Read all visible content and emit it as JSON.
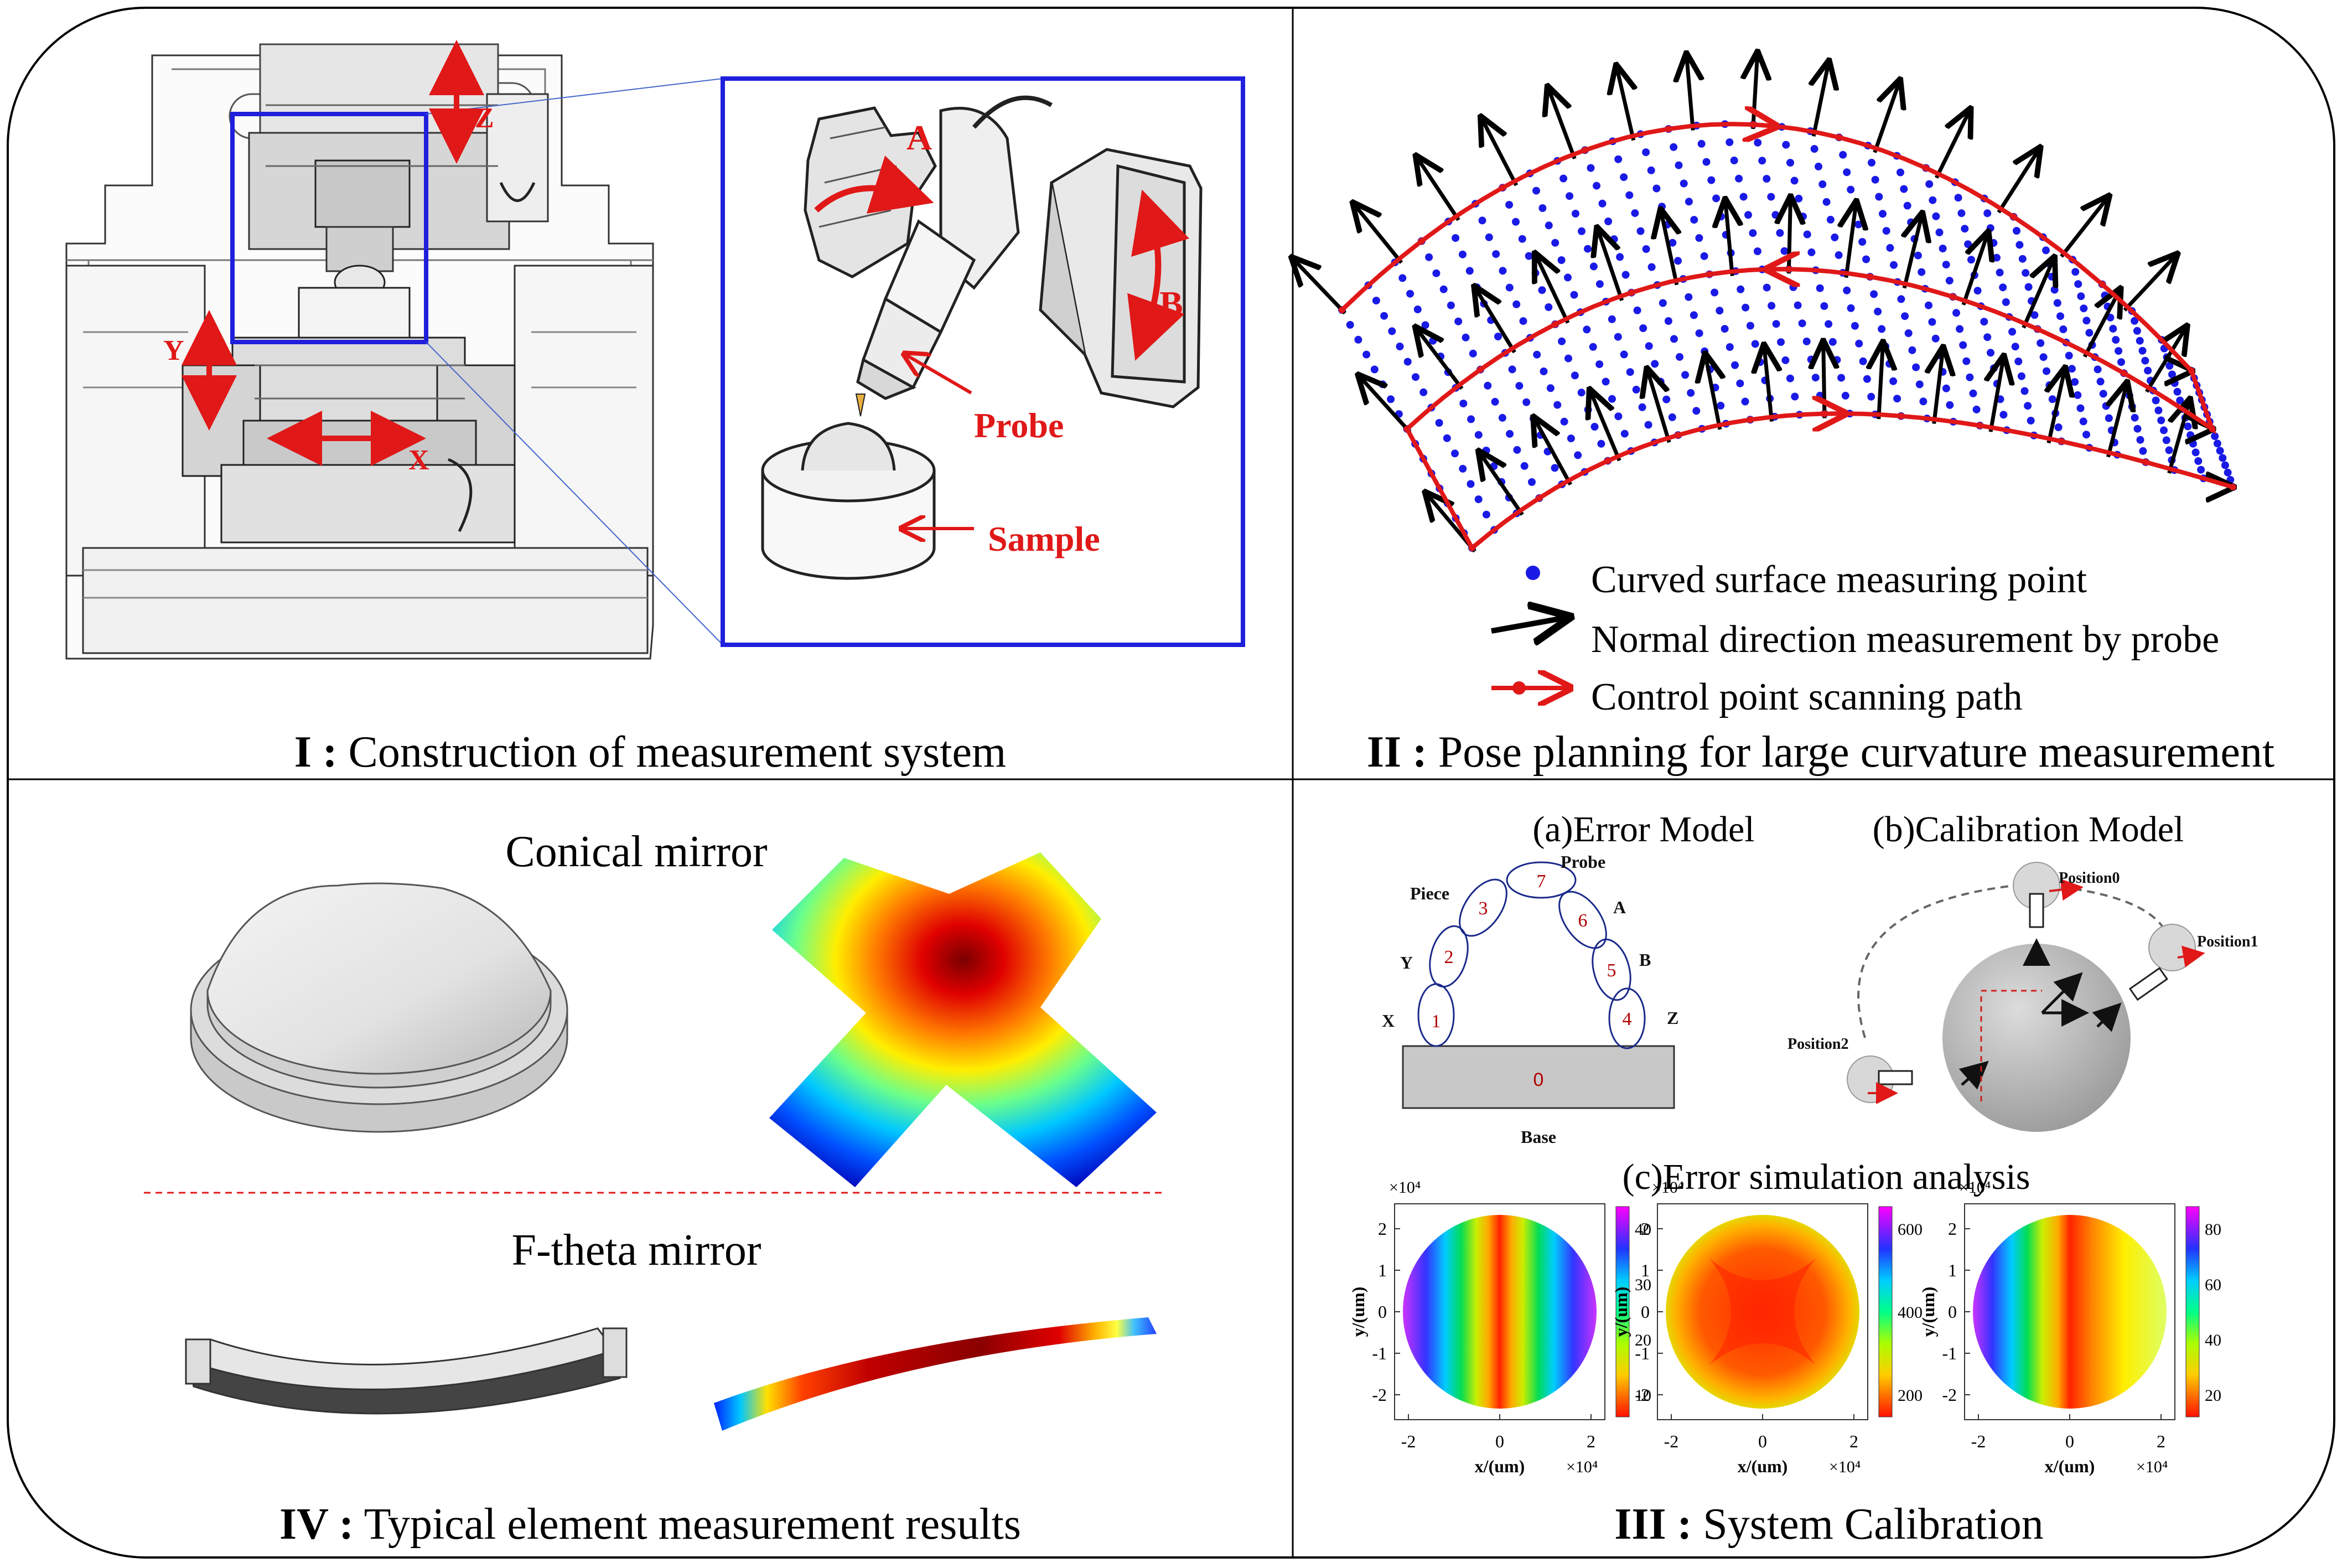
{
  "panels": {
    "p1": {
      "numeral": "I :",
      "caption": "Construction of measurement system"
    },
    "p2": {
      "numeral": "II :",
      "caption": "Pose planning for large curvature measurement"
    },
    "p3": {
      "numeral": "III :",
      "caption": "System Calibration"
    },
    "p4": {
      "numeral": "IV :",
      "caption": "Typical element measurement results"
    }
  },
  "machine": {
    "axes": {
      "z": "Z",
      "y": "Y",
      "x": "X"
    },
    "inset": {
      "a": "A",
      "b": "B",
      "probe": "Probe",
      "sample": "Sample"
    },
    "colors": {
      "highlight": "#1f1fdc",
      "arrow": "#e01818"
    }
  },
  "pose": {
    "legend": [
      {
        "icon": "blue-dot-icon",
        "text": "Curved surface measuring point"
      },
      {
        "icon": "black-arrow-icon",
        "text": "Normal direction measurement by probe"
      },
      {
        "icon": "red-arrow-icon",
        "text": "Control point scanning path"
      }
    ],
    "colors": {
      "points": "#1a1ae6",
      "normals": "#000000",
      "path": "#e01818"
    }
  },
  "calibration": {
    "error_model": {
      "title": "(a)Error Model",
      "labels": {
        "probe": "Probe",
        "piece": "Piece",
        "y": "Y",
        "x": "X",
        "a": "A",
        "b": "B",
        "z": "Z",
        "base": "Base"
      },
      "nodes": [
        "0",
        "1",
        "2",
        "3",
        "7",
        "6",
        "5",
        "4"
      ]
    },
    "calibration_model": {
      "title": "(b)Calibration Model",
      "positions": [
        "Position0",
        "Position1",
        "Position2"
      ]
    },
    "simulation": {
      "title": "(c)Error simulation analysis"
    },
    "plots": [
      {
        "ylabel": "y/(um)",
        "xlabel": "x/(um)",
        "exp_y": "×10⁴",
        "exp_x": "×10⁴",
        "yticks": [
          "2",
          "1",
          "0",
          "-1",
          "-2"
        ],
        "xticks": [
          "-2",
          "0",
          "2"
        ],
        "cbar_ticks": [
          "40",
          "30",
          "20",
          "10"
        ]
      },
      {
        "ylabel": "y/(um)",
        "xlabel": "x/(um)",
        "exp_y": "×10⁴",
        "exp_x": "×10⁴",
        "yticks": [
          "2",
          "1",
          "0",
          "-1",
          "-2"
        ],
        "xticks": [
          "-2",
          "0",
          "2"
        ],
        "cbar_ticks": [
          "600",
          "400",
          "200"
        ]
      },
      {
        "ylabel": "y/(um)",
        "xlabel": "x/(um)",
        "exp_y": "×10⁴",
        "exp_x": "×10⁴",
        "yticks": [
          "2",
          "1",
          "0",
          "-1",
          "-2"
        ],
        "xticks": [
          "-2",
          "0",
          "2"
        ],
        "cbar_ticks": [
          "80",
          "60",
          "40",
          "20"
        ]
      }
    ]
  },
  "results": {
    "conical": {
      "title": "Conical mirror"
    },
    "ftheta": {
      "title": "F-theta mirror"
    }
  }
}
